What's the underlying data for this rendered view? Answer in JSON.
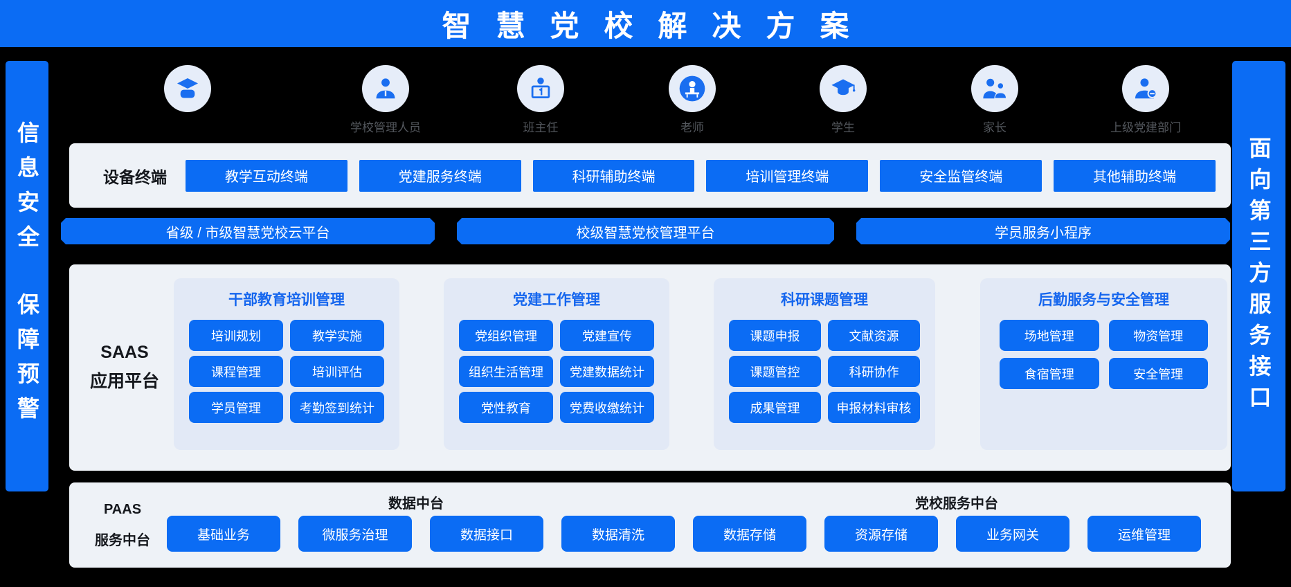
{
  "header": {
    "title": "智慧党校解决方案"
  },
  "left_sidebar": {
    "line1": "信息安全",
    "line2": "保障预警"
  },
  "right_sidebar": {
    "text": "面向第三方服务接口"
  },
  "roles": [
    {
      "icon": "graduate-icon",
      "label": ""
    },
    {
      "icon": "school-admin-icon",
      "label": "学校管理人员"
    },
    {
      "icon": "head-teacher-icon",
      "label": "班主任"
    },
    {
      "icon": "teacher-icon",
      "label": "老师"
    },
    {
      "icon": "student-icon",
      "label": "学生"
    },
    {
      "icon": "parent-icon",
      "label": "家长"
    },
    {
      "icon": "superior-party-dept-icon",
      "label": "上级党建部门"
    }
  ],
  "device_panel": {
    "title": "设备终端",
    "buttons": [
      "教学互动终端",
      "党建服务终端",
      "科研辅助终端",
      "培训管理终端",
      "安全监管终端",
      "其他辅助终端"
    ]
  },
  "platform_bars": [
    "省级 / 市级智慧党校云平台",
    "校级智慧党校管理平台",
    "学员服务小程序"
  ],
  "saas_panel": {
    "title_line1": "SAAS",
    "title_line2": "应用平台",
    "groups": [
      {
        "title": "干部教育培训管理",
        "buttons": [
          "培训规划",
          "教学实施",
          "课程管理",
          "培训评估",
          "学员管理",
          "考勤签到统计"
        ]
      },
      {
        "title": "党建工作管理",
        "buttons": [
          "党组织管理",
          "党建宣传",
          "组织生活管理",
          "党建数据统计",
          "党性教育",
          "党费收缴统计"
        ]
      },
      {
        "title": "科研课题管理",
        "buttons": [
          "课题申报",
          "文献资源",
          "课题管控",
          "科研协作",
          "成果管理",
          "申报材料审核"
        ]
      },
      {
        "title": "后勤服务与安全管理",
        "buttons": [
          "场地管理",
          "物资管理",
          "食宿管理",
          "安全管理"
        ]
      }
    ]
  },
  "paas_panel": {
    "title_line1": "PAAS",
    "title_line2": "服务中台",
    "section_headers": [
      "数据中台",
      "党校服务中台"
    ],
    "buttons": [
      "基础业务",
      "微服务治理",
      "数据接口",
      "数据清洗",
      "数据存储",
      "资源存储",
      "业务网关",
      "运维管理"
    ]
  },
  "colors": {
    "primary_blue": "#0b6cf4",
    "panel_background": "#eef2f7",
    "group_background": "#e2e9f6",
    "group_title_blue": "#1566ee",
    "page_background": "#000000",
    "role_label_gray": "#53575d"
  }
}
